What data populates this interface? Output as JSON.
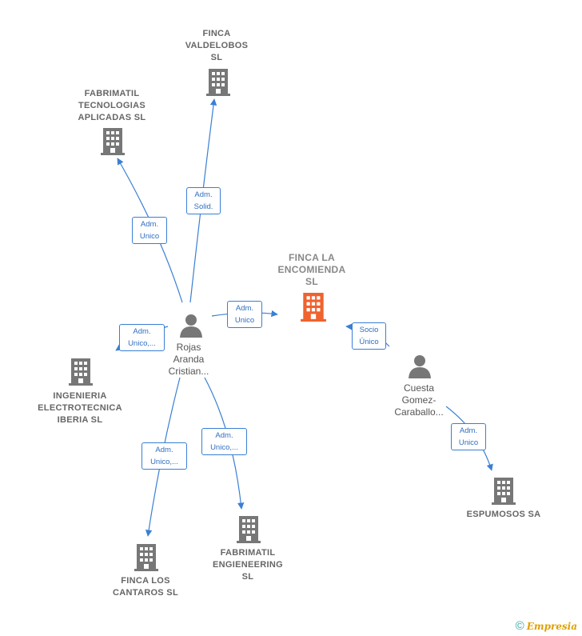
{
  "colors": {
    "company": "#777777",
    "focus_company": "#f0622e",
    "person": "#777777",
    "edge": "#3a7fd4"
  },
  "companies": {
    "finca_valdelobos": [
      "FINCA",
      "VALDELOBOS",
      "SL"
    ],
    "fabrimatil_tecnologias": [
      "FABRIMATIL",
      "TECNOLOGIAS",
      "APLICADAS  SL"
    ],
    "finca_la_encomienda": [
      "FINCA LA",
      "ENCOMIENDA",
      "SL"
    ],
    "ingenieria_electrotecnica": [
      "INGENIERIA",
      "ELECTROTECNICA",
      "IBERIA  SL"
    ],
    "finca_los_cantaros": [
      "FINCA LOS",
      "CANTAROS  SL"
    ],
    "fabrimatil_engineering": [
      "FABRIMATIL",
      "ENGIENEERING",
      "SL"
    ],
    "espumosos": [
      "ESPUMOSOS SA"
    ]
  },
  "persons": {
    "rojas": [
      "Rojas",
      "Aranda",
      "Cristian..."
    ],
    "cuesta": [
      "Cuesta",
      "Gomez-",
      "Caraballo..."
    ]
  },
  "edges": {
    "adm_solid": [
      "Adm.",
      "Solid."
    ],
    "adm_unico_fab": [
      "Adm.",
      "Unico"
    ],
    "adm_unico_encom": [
      "Adm.",
      "Unico"
    ],
    "adm_unico_ing": [
      "Adm.",
      "Unico,..."
    ],
    "adm_unico_cant": [
      "Adm.",
      "Unico,..."
    ],
    "adm_unico_eng": [
      "Adm.",
      "Unico,..."
    ],
    "socio_unico": [
      "Socio",
      "Único"
    ],
    "adm_unico_esp": [
      "Adm.",
      "Unico"
    ]
  },
  "copyright": {
    "symbol": "©",
    "brand": "Empresia"
  }
}
